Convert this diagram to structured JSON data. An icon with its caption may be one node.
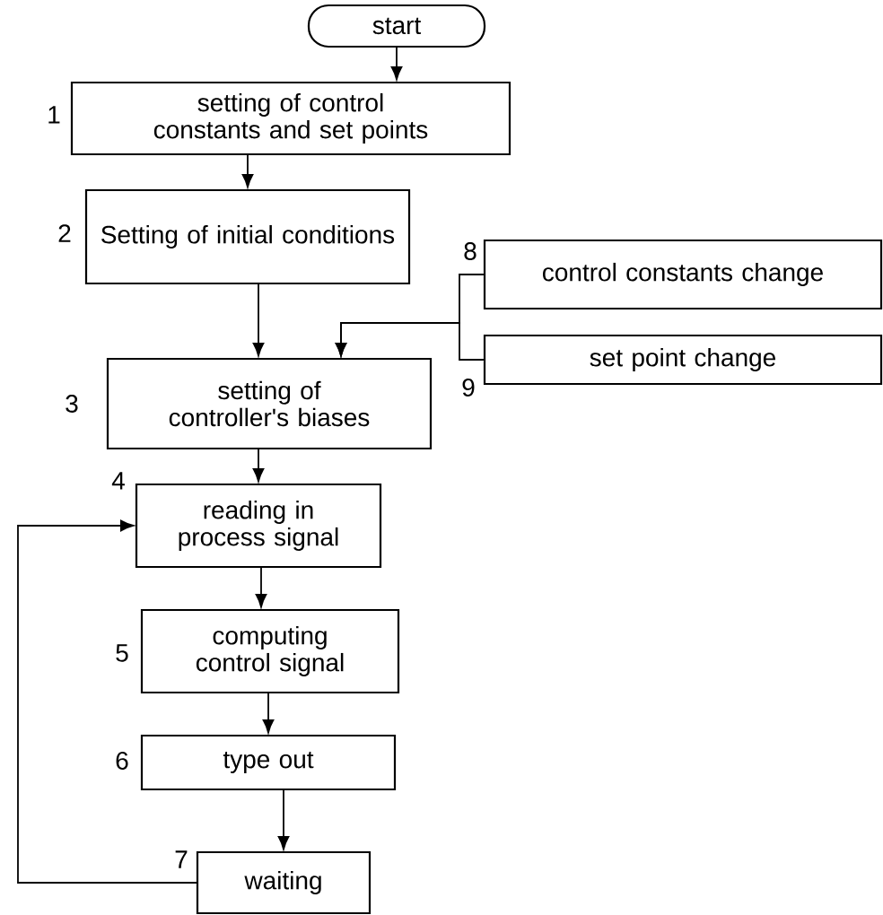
{
  "diagram": {
    "nodes": [
      {
        "text": [
          "start"
        ]
      },
      {
        "text": [
          "setting of control constants and set points"
        ],
        "beside": [
          "1"
        ]
      },
      {
        "text": [
          "Setting of initial conditions"
        ],
        "beside": [
          "2"
        ]
      },
      {
        "text": [
          "setting of controller's biases"
        ],
        "beside": [
          "3"
        ]
      },
      {
        "text": [
          "reading in process signal"
        ],
        "beside": [
          "4"
        ]
      },
      {
        "text": [
          "computing control signal"
        ],
        "beside": [
          "5"
        ]
      },
      {
        "text": [
          "type out"
        ],
        "beside": [
          "6"
        ]
      },
      {
        "text": [
          "waiting"
        ],
        "beside": [
          "7"
        ]
      },
      {
        "text": [
          "control constants change"
        ],
        "beside": [
          "8"
        ]
      },
      {
        "text": [
          "set point change"
        ],
        "beside": [
          "9"
        ]
      }
    ],
    "edges": [
      {
        "from": 0,
        "to": 1,
        "arrow": "to"
      },
      {
        "from": 1,
        "to": 2,
        "arrow": "to"
      },
      {
        "from": 2,
        "to": 3,
        "arrow": "to"
      },
      {
        "from": 3,
        "to": 4,
        "arrow": "to"
      },
      {
        "from": 4,
        "to": 5,
        "arrow": "to"
      },
      {
        "from": 5,
        "to": 6,
        "arrow": "to"
      },
      {
        "from": 6,
        "to": 7,
        "arrow": "to"
      },
      {
        "from": 7,
        "to": 4,
        "arrow": "to"
      },
      {
        "from": 8,
        "to": 3,
        "arrow": "to"
      },
      {
        "from": 9,
        "to": 3,
        "arrow": "to"
      }
    ]
  }
}
